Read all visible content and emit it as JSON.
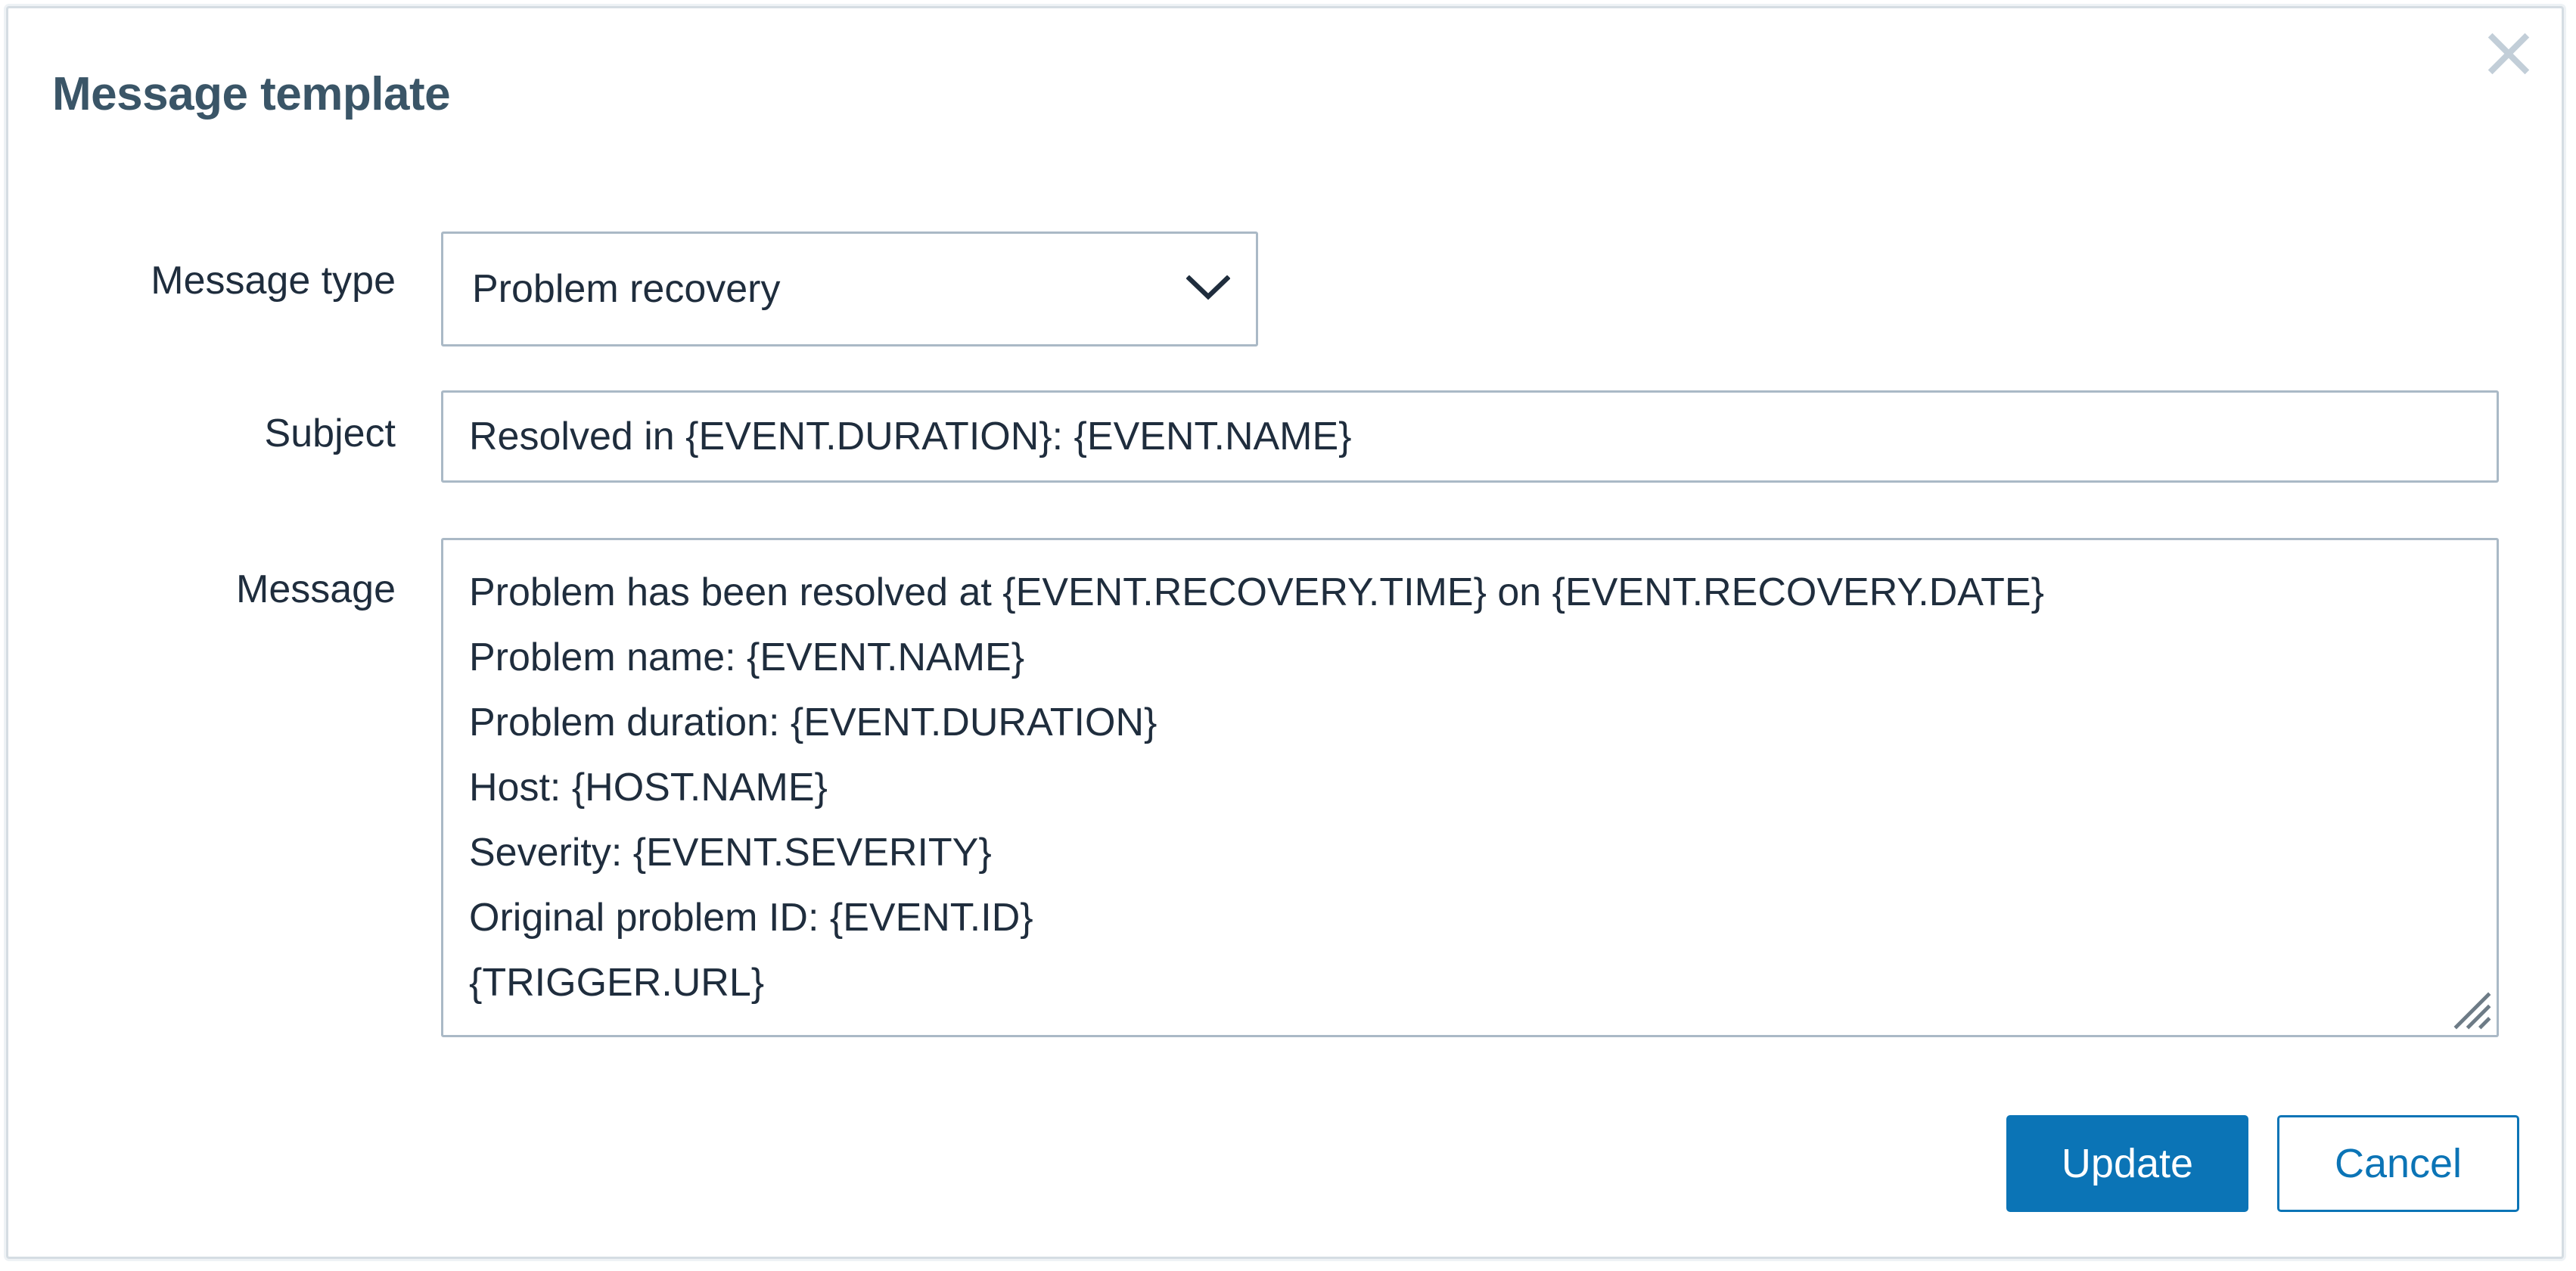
{
  "dialog": {
    "title": "Message template",
    "close_label": "×",
    "close_icon": "close-icon"
  },
  "form": {
    "message_type": {
      "label": "Message type",
      "value": "Problem recovery",
      "arrow_icon": "chevron-down-icon",
      "options": [
        "Problem recovery"
      ]
    },
    "subject": {
      "label": "Subject",
      "value": "Resolved in {EVENT.DURATION}: {EVENT.NAME}",
      "placeholder": ""
    },
    "message": {
      "label": "Message",
      "value": "Problem has been resolved at {EVENT.RECOVERY.TIME} on {EVENT.RECOVERY.DATE}\nProblem name: {EVENT.NAME}\nProblem duration: {EVENT.DURATION}\nHost: {HOST.NAME}\nSeverity: {EVENT.SEVERITY}\nOriginal problem ID: {EVENT.ID}\n{TRIGGER.URL}",
      "placeholder": "",
      "resize_handle_icon": "resize-grip-icon"
    }
  },
  "footer": {
    "update_label": "Update",
    "cancel_label": "Cancel"
  },
  "colors": {
    "accent": "#0b74b6",
    "title": "#3a5567",
    "text": "#1f2d3d",
    "border": "#aab9c6",
    "dialog_border": "#d5dde3",
    "close_icon": "#c2ced8"
  }
}
